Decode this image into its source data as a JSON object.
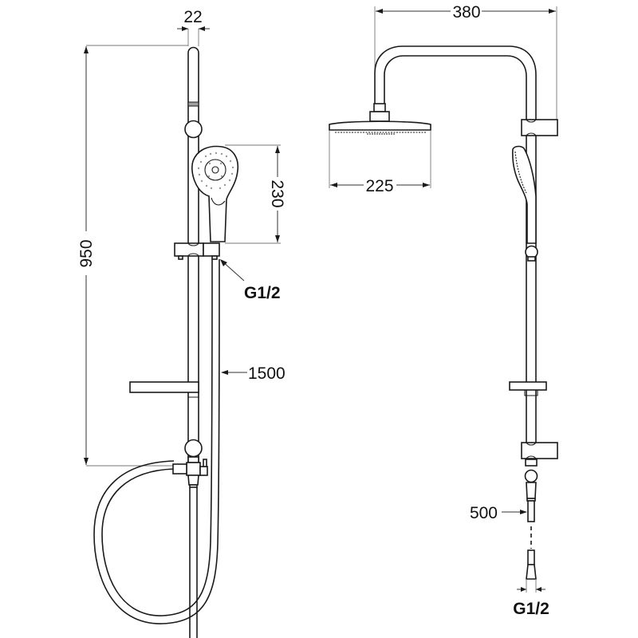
{
  "drawing": {
    "title": "Shower set technical dimension drawing",
    "left_view": {
      "dimensions": {
        "rail_diameter": "22",
        "rail_height": "950",
        "hand_shower_length": "230",
        "hand_connection": "G1/2",
        "hose_length": "1500"
      }
    },
    "right_view": {
      "dimensions": {
        "arm_projection": "380",
        "overhead_shower_diameter": "225",
        "inlet_pipe_length": "500",
        "wall_connection": "G1/2"
      }
    },
    "colors": {
      "line": "#1a1a1a",
      "background": "#ffffff"
    }
  }
}
